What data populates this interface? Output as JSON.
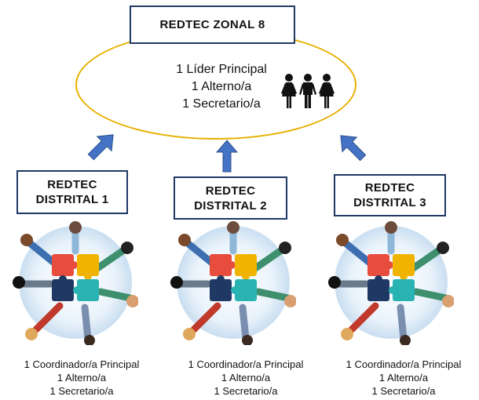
{
  "zonal": {
    "title": "REDTEC ZONAL 8",
    "roles": [
      "1 Líder Principal",
      "1 Alterno/a",
      "1 Secretario/a"
    ]
  },
  "distritales": [
    {
      "title_line1": "REDTEC",
      "title_line2": "DISTRITAL 1",
      "roles": [
        "1 Coordinador/a Principal",
        "1 Alterno/a",
        "1 Secretario/a"
      ]
    },
    {
      "title_line1": "REDTEC",
      "title_line2": "DISTRITAL 2",
      "roles": [
        "1 Coordinador/a Principal",
        "1 Alterno/a",
        "1 Secretario/a"
      ]
    },
    {
      "title_line1": "REDTEC",
      "title_line2": "DISTRITAL 3",
      "roles": [
        "1 Coordinador/a Principal",
        "1 Alterno/a",
        "1 Secretario/a"
      ]
    }
  ],
  "colors": {
    "box_border": "#1f3864",
    "ellipse_border": "#e7b000",
    "arrow_fill": "#4472c4"
  },
  "icons": [
    "people-group-icon",
    "up-arrow-icon",
    "puzzle-team-image"
  ]
}
